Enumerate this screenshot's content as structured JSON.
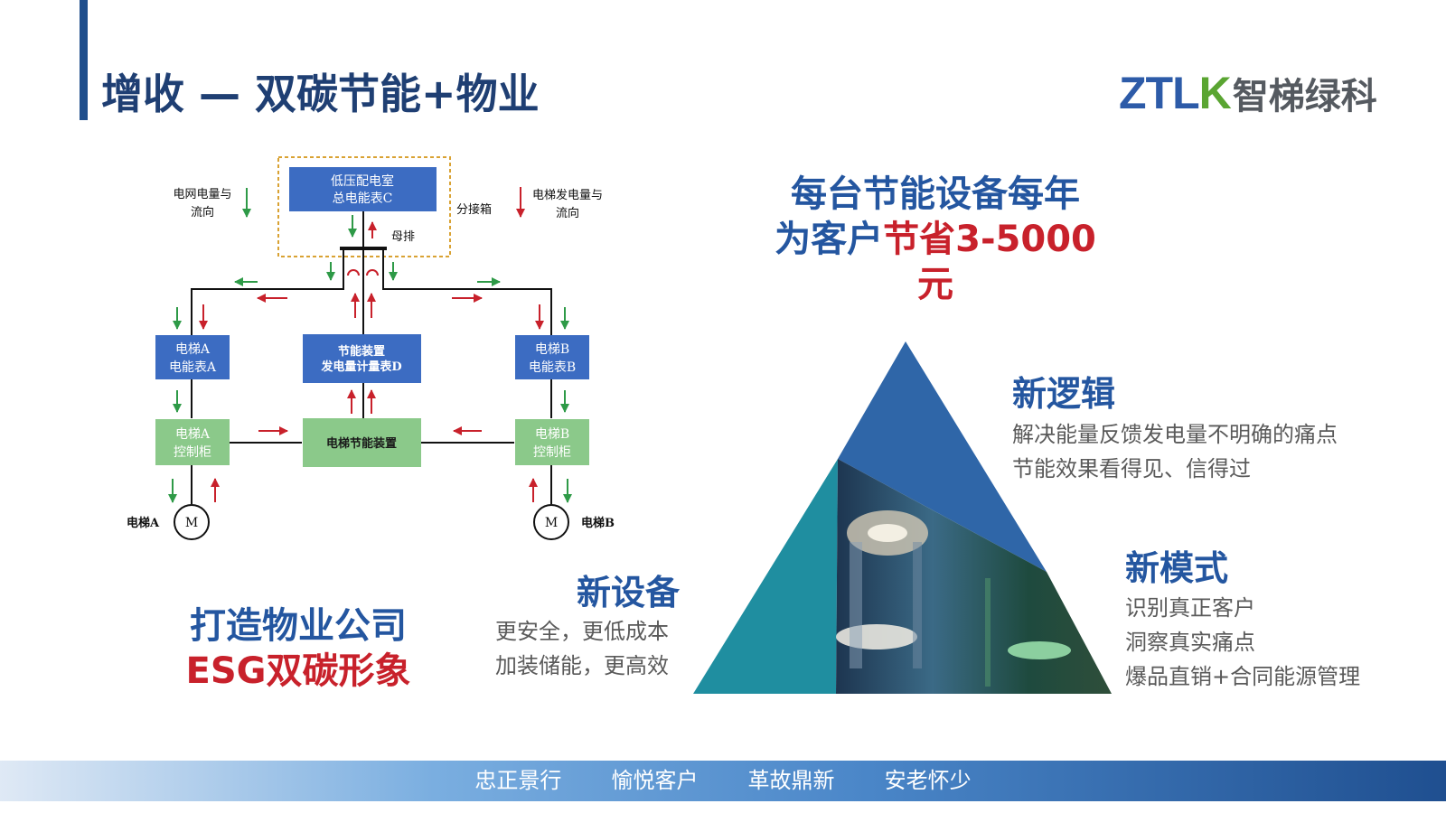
{
  "header": {
    "title": "增收 — 双碳节能+物业",
    "logo_latin": [
      "ZTL",
      "K"
    ],
    "logo_cn": "智梯绿科"
  },
  "diagram": {
    "grid_legend": [
      "电网电量与",
      "流向"
    ],
    "elevator_legend": [
      "电梯发电量与",
      "流向"
    ],
    "distribution_box": "分接箱",
    "busbar": "母排",
    "meter_c": [
      "低压配电室",
      "总电能表C"
    ],
    "meter_a": [
      "电梯A",
      "电能表A"
    ],
    "meter_d": [
      "节能装置",
      "发电量计量表D"
    ],
    "meter_b": [
      "电梯B",
      "电能表B"
    ],
    "cabinet_a": [
      "电梯A",
      "控制柜"
    ],
    "saver": "电梯节能装置",
    "cabinet_b": [
      "电梯B",
      "控制柜"
    ],
    "motor": "M",
    "elevator_a": "电梯A",
    "elevator_b": "电梯B",
    "colors": {
      "grid_flow": "#2e9a47",
      "elevator_flow": "#c8212b",
      "meter_box": "#3c6cc2",
      "control_box": "#8bc98a"
    }
  },
  "saving": {
    "line1": "每台节能设备每年",
    "line2_blue": "为客户",
    "line2_red": "节省3-5000元"
  },
  "esg": {
    "line1": "打造物业公司",
    "line2": "ESG双碳形象"
  },
  "new_logic": {
    "heading": "新逻辑",
    "lines": [
      "解决能量反馈发电量不明确的痛点",
      "节能效果看得见、信得过"
    ]
  },
  "new_mode": {
    "heading": "新模式",
    "lines": [
      "识别真正客户",
      "洞察真实痛点",
      "爆品直销+合同能源管理"
    ]
  },
  "new_device": {
    "heading": "新设备",
    "lines": [
      "更安全，更低成本",
      "加装储能，更高效"
    ]
  },
  "footer": {
    "items": [
      "忠正景行",
      "愉悦客户",
      "革故鼎新",
      "安老怀少"
    ]
  },
  "colors": {
    "brand_blue": "#2456a0",
    "accent_red": "#c8212b",
    "title_navy": "#1f3f73",
    "logo_green": "#5aa532"
  }
}
